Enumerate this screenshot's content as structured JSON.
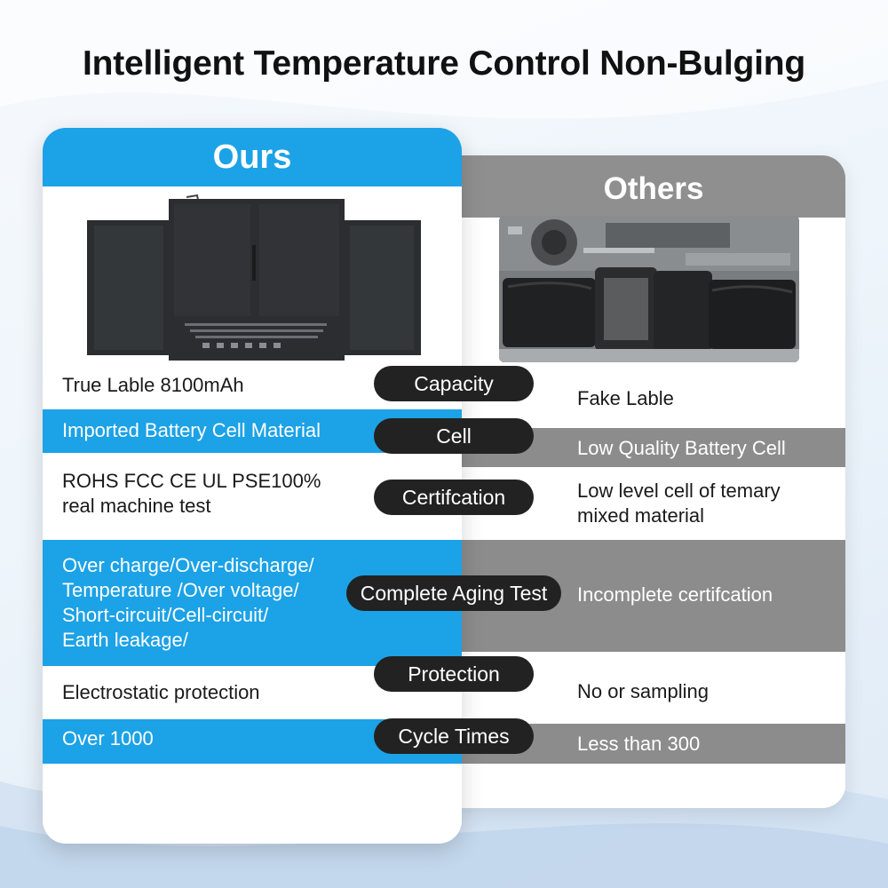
{
  "headline": "Intelligent Temperature Control Non-Bulging",
  "ours": {
    "title": "Ours",
    "rows": {
      "capacity": "True Lable 8100mAh",
      "cell": "Imported Battery Cell Material",
      "cert_line1": "ROHS FCC CE UL PSE100%",
      "cert_line2": "real machine test",
      "aging_line1": "Over charge/Over-discharge/",
      "aging_line2": "Temperature /Over voltage/",
      "aging_line3": "Short-circuit/Cell-circuit/",
      "aging_line4": "Earth leakage/",
      "protection": "Electrostatic protection",
      "cycle": "Over 1000"
    }
  },
  "others": {
    "title": "Others",
    "rows": {
      "capacity": "Fake Lable",
      "cell": "Low Quality Battery Cell",
      "cert_line1": "Low level cell of temary",
      "cert_line2": "mixed material",
      "aging": "Incomplete certifcation",
      "protection": "No or sampling",
      "cycle": "Less than 300"
    }
  },
  "categories": {
    "capacity": "Capacity",
    "cell": "Cell",
    "certification": "Certifcation",
    "aging": "Complete Aging Test",
    "protection": "Protection",
    "cycle": "Cycle Times"
  },
  "colors": {
    "ours_accent": "#1ca2e6",
    "others_accent": "#8c8c8c",
    "pill": "#222222"
  }
}
